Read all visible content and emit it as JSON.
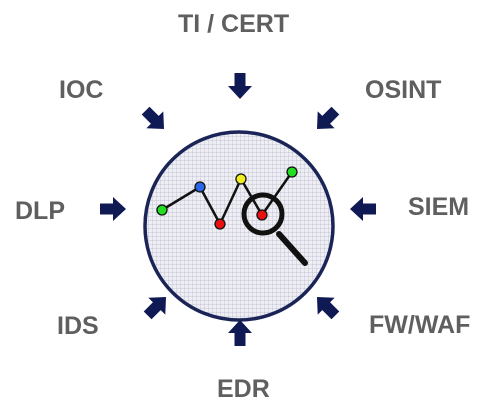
{
  "sources": {
    "top": "TI / CERT",
    "top_left": "IOC",
    "top_right": "OSINT",
    "left": "DLP",
    "right": "SIEM",
    "bottom_left": "IDS",
    "bottom_right": "FW/WAF",
    "bottom": "EDR"
  },
  "icons": {
    "arrow": "arrow-icon",
    "center": "magnifier-chart-icon"
  },
  "colors": {
    "arrow": "#0f1a55",
    "circle_outline": "#1b2456",
    "circle_fill": "#eeeef4",
    "label_text": "#5f5f5f",
    "node_green": "#22dd22",
    "node_blue": "#2a66e8",
    "node_red": "#e81010",
    "node_yellow": "#f0f020"
  }
}
